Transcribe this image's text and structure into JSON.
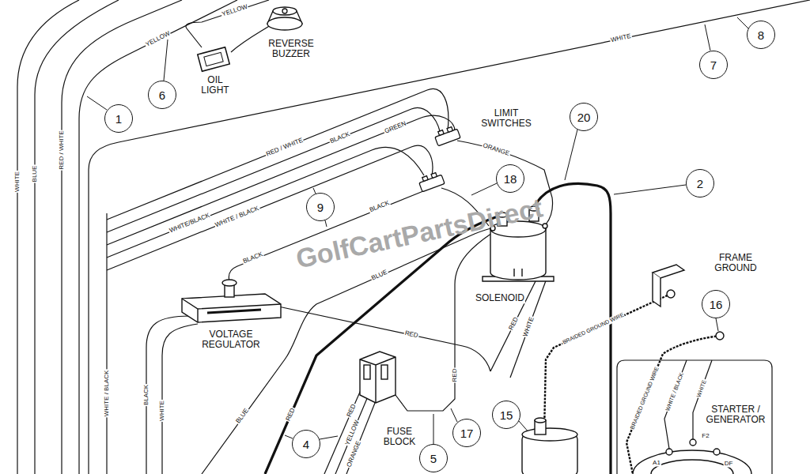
{
  "diagram": {
    "nodes": [
      {
        "text": [
          "8"
        ]
      },
      {
        "text": [
          "7"
        ]
      },
      {
        "text": [
          "6"
        ]
      },
      {
        "text": [
          "20"
        ]
      },
      {
        "text": [
          "1"
        ]
      },
      {
        "text": [
          "18"
        ]
      },
      {
        "text": [
          "2"
        ]
      },
      {
        "text": [
          "9"
        ]
      },
      {
        "text": [
          "16"
        ]
      },
      {
        "text": [
          "15"
        ]
      },
      {
        "text": [
          "17"
        ]
      },
      {
        "text": [
          "4"
        ]
      },
      {
        "text": [
          "5"
        ]
      }
    ],
    "labels": [
      "YELLOW",
      "YELLOW",
      "REVERSE BUZZER",
      "OIL LIGHT",
      "WHITE",
      "RED / WHITE",
      "BLACK",
      "LIMIT SWITCHES",
      "GREEN",
      "ORANGE",
      "WHITE/BLACK",
      "WHITE / BLACK",
      "BLACK",
      "WHITE",
      "BLUE",
      "RED / WHITE",
      "WHITE",
      "BLACK",
      "BLACK",
      "BLUE",
      "SOLENOID",
      "FRAME GROUND",
      "VOLTAGE REGULATOR",
      "RED",
      "RED",
      "WHITE",
      "BRAIDED GROUND WIRE",
      "RED",
      "RED",
      "RED",
      "YELLOW",
      "BRAIDED GROUND WIRE",
      "WHITE / BLACK",
      "WHITE",
      "STARTER / GENERATOR",
      "ORANGE",
      "WHITE / BLACK",
      "FUSE BLOCK",
      "BLUE",
      "A1",
      "F2",
      "DF",
      "GolfCartPartsDirect"
    ]
  }
}
